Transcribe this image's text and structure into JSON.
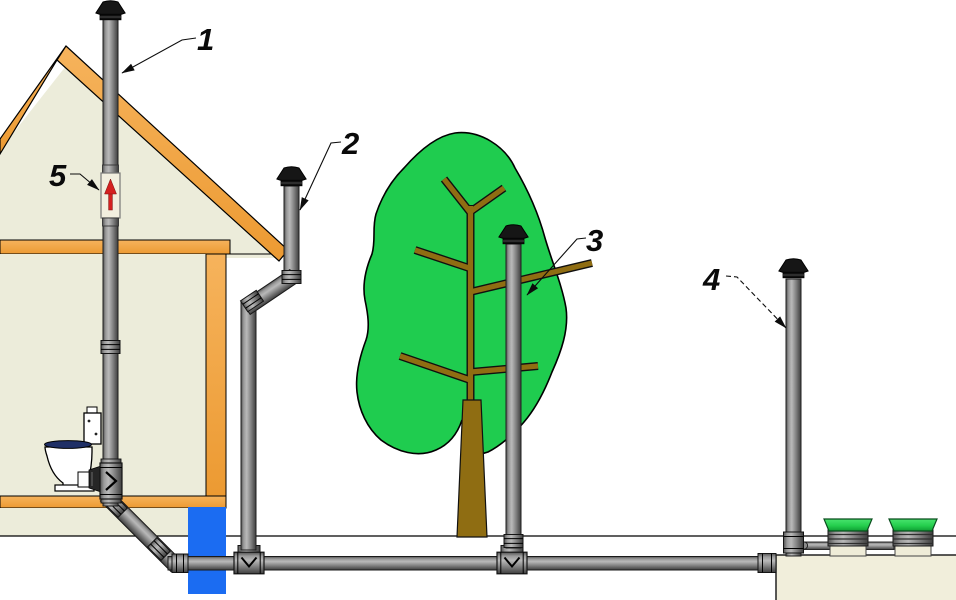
{
  "figure": {
    "kind": "technical illustration",
    "description_visible_text_only": true
  },
  "callouts": [
    {
      "id": "callout-1",
      "text": "1"
    },
    {
      "id": "callout-2",
      "text": "2"
    },
    {
      "id": "callout-3",
      "text": "3"
    },
    {
      "id": "callout-4",
      "text": "4"
    },
    {
      "id": "callout-5",
      "text": "5"
    }
  ],
  "colors": {
    "background": "#FFFFFF",
    "pipe_gray_mid": "#8C8C8C",
    "pipe_edge_dark": "#3E3E3E",
    "vent_cap_black": "#161616",
    "wood_orange": "#F2A444",
    "house_interior_cream": "#ECECDA",
    "septic_tank_cream": "#F1EEDB",
    "tree_green": "#1FCC4F",
    "trunk_brown": "#8F6D12",
    "foundation_block_blue": "#1B6CF2",
    "valve_arrow_red": "#D42020",
    "riser_lid_green": "#2BD455",
    "toilet_seat_navy": "#1F2F66",
    "line_black": "#000000"
  }
}
